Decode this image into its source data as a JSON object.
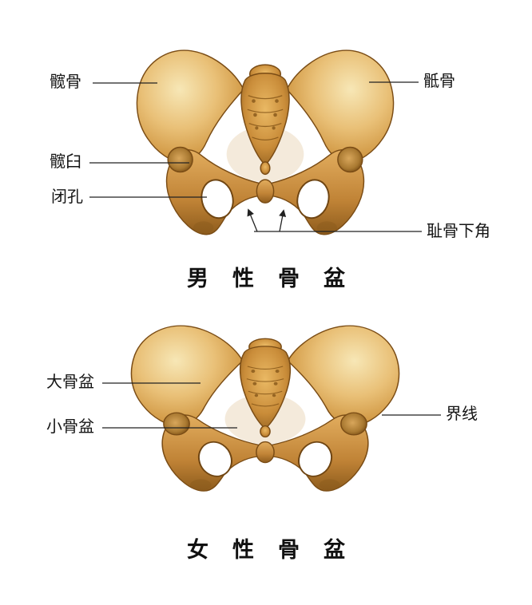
{
  "page": {
    "background": "#ffffff"
  },
  "male_diagram": {
    "title": "男性骨盆",
    "labels": [
      {
        "id": "hip-bone",
        "text": "髋骨"
      },
      {
        "id": "sacrum",
        "text": "骶骨"
      },
      {
        "id": "acetabulum",
        "text": "髋臼"
      },
      {
        "id": "obturator-foramen",
        "text": "闭孔"
      },
      {
        "id": "subpubic-angle",
        "text": "耻骨下角"
      }
    ]
  },
  "female_diagram": {
    "title": "女性骨盆",
    "labels": [
      {
        "id": "greater-pelvis",
        "text": "大骨盆"
      },
      {
        "id": "lesser-pelvis",
        "text": "小骨盆"
      },
      {
        "id": "terminal-line",
        "text": "界线"
      }
    ]
  },
  "colors": {
    "bone_highlight": "#f7e7b6",
    "bone_mid": "#d29a46",
    "bone_shadow": "#8a5a1c",
    "annotation_line": "#222222",
    "text": "#141414"
  }
}
